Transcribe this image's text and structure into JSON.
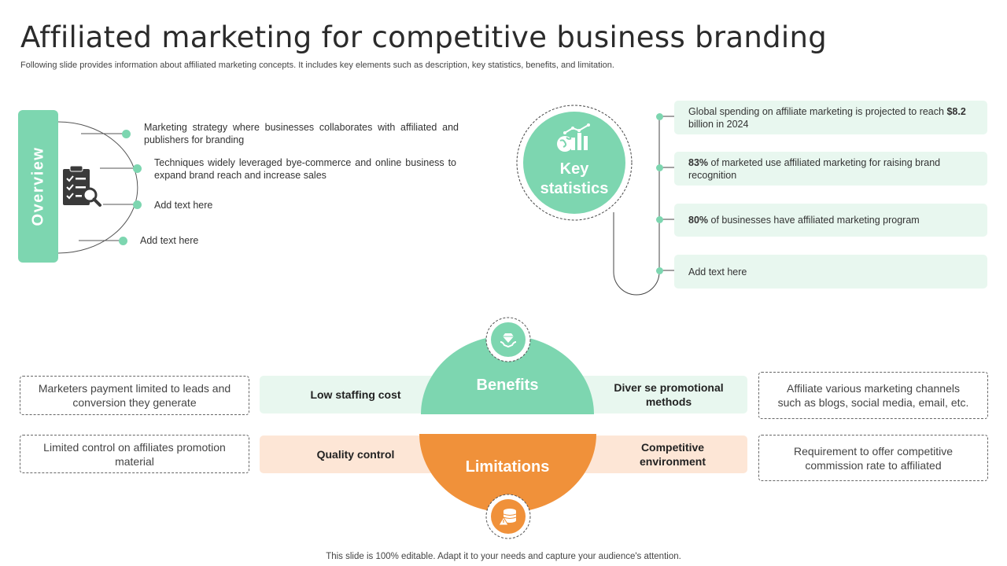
{
  "title": "Affiliated marketing for competitive business branding",
  "subtitle": "Following slide provides information about affiliated marketing concepts. It includes key elements such as description, key statistics, benefits, and limitation.",
  "footer": "This slide is 100% editable. Adapt it to your needs and capture your audience's attention.",
  "colors": {
    "green": "#7dd6b0",
    "light_green": "#e8f7ef",
    "orange": "#f0913a",
    "light_orange": "#fde6d6"
  },
  "overview": {
    "label": "Overview",
    "icon": "clipboard-search-icon",
    "items": [
      "Marketing strategy where businesses collaborates with affiliated and publishers for branding",
      "Techniques widely leveraged  bye-commerce and online business to expand brand reach and increase sales",
      "Add text here",
      "Add text here"
    ]
  },
  "key_statistics": {
    "label_line1": "Key",
    "label_line2": "statistics",
    "icon": "globe-bar-chart-icon",
    "stats": [
      {
        "bold": "",
        "text_before": "Global spending on affiliate marketing is projected to reach ",
        "bold2": "$8.2",
        "text_after": " billion in 2024"
      },
      {
        "bold": "83%",
        "text": " of marketed use affiliated marketing for raising brand recognition"
      },
      {
        "bold": "80%",
        "text": " of businesses have affiliated marketing program"
      },
      {
        "bold": "",
        "text": "Add text here"
      }
    ]
  },
  "benefits": {
    "label": "Benefits",
    "icon": "hand-diamond-icon",
    "left": "Low staffing cost",
    "right": "Diver se promotional methods",
    "outer_left": "Marketers payment limited to leads and conversion they generate",
    "outer_right": "Affiliate various marketing channels such as blogs, social media, email, etc."
  },
  "limitations": {
    "label": "Limitations",
    "icon": "coins-warning-icon",
    "left": "Quality control",
    "right": "Competitive environment",
    "outer_left": "Limited control on affiliates promotion material",
    "outer_right": "Requirement to offer competitive commission rate to affiliated"
  }
}
